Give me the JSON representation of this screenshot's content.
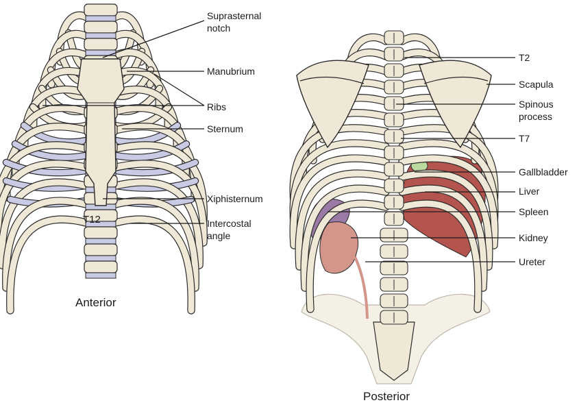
{
  "colors": {
    "bone": "#efe8d7",
    "outline": "#2a2a2a",
    "cartilage": "#c9cae3",
    "liver": "#b4544f",
    "spleen": "#9c7aa6",
    "kidney": "#d4968a",
    "gallbladder": "#bcd9a0"
  },
  "anterior": {
    "caption": "Anterior",
    "vertebra_label": "T12",
    "labels": {
      "suprasternal_notch_1": "Suprasternal",
      "suprasternal_notch_2": "notch",
      "manubrium": "Manubrium",
      "ribs": "Ribs",
      "sternum": "Sternum",
      "xiphisternum": "Xiphisternum",
      "intercostal_angle_1": "Intercostal",
      "intercostal_angle_2": "angle"
    }
  },
  "posterior": {
    "caption": "Posterior",
    "labels": {
      "t2": "T2",
      "scapula": "Scapula",
      "spinous_process_1": "Spinous",
      "spinous_process_2": "process",
      "t7": "T7",
      "gallbladder": "Gallbladder",
      "liver": "Liver",
      "spleen": "Spleen",
      "kidney": "Kidney",
      "ureter": "Ureter"
    }
  }
}
